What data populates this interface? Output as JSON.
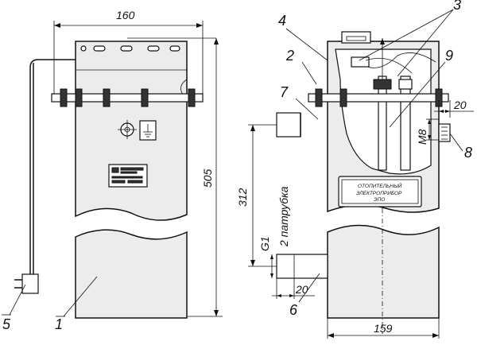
{
  "labels": {
    "n1": "1",
    "n2": "2",
    "n3": "3",
    "n4": "4",
    "n5": "5",
    "n6": "6",
    "n7": "7",
    "n8": "8",
    "n9": "9"
  },
  "dimensions": {
    "width_left": "160",
    "height_left": "505",
    "height_right": "312",
    "g1": "G1",
    "pipes_note": "2 патрубка",
    "m8": "M8",
    "d20_top": "20",
    "d20_bottom": "20",
    "width_bottom": "159"
  },
  "plate": {
    "line1": "ОТОПИТЕЛЬНЫЙ",
    "line2": "ЭЛЕКТРОПРИБОР",
    "line3": "ЭПО"
  }
}
